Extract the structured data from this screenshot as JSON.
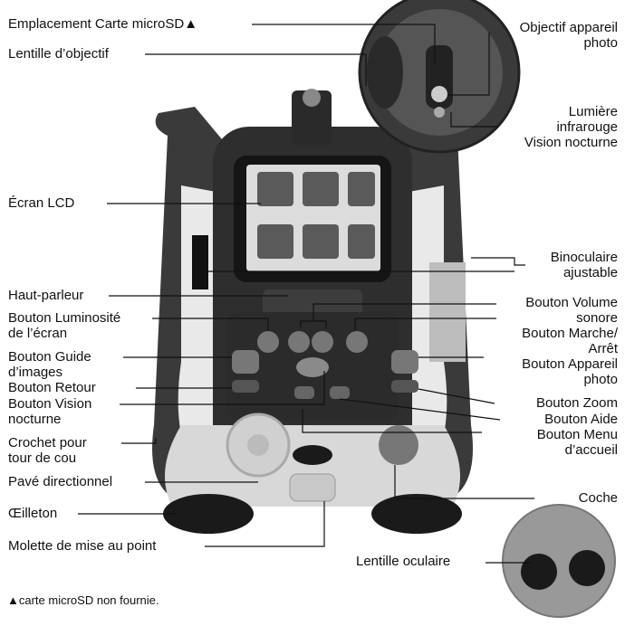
{
  "labels": {
    "microsd_slot": "Emplacement Carte microSD▲",
    "objective_lens": "Lentille d’objectif",
    "lcd_screen": "Écran LCD",
    "speaker": "Haut-parleur",
    "brightness_1": "Bouton Luminosité",
    "brightness_2": "de l’écran",
    "guide_1": "Bouton Guide",
    "guide_2": "d’images",
    "back": "Bouton Retour",
    "night_1": "Bouton Vision",
    "night_2": "nocturne",
    "hook_1": "Crochet pour",
    "hook_2": "tour de cou",
    "dpad": "Pavé directionnel",
    "eyecup": "Œilleton",
    "focus_wheel": "Molette de mise au point",
    "camera_objective_1": "Objectif appareil",
    "camera_objective_2": "photo",
    "ir_1": "Lumière",
    "ir_2": "infrarouge",
    "ir_3": "Vision nocturne",
    "binocular_1": "Binoculaire",
    "binocular_2": "ajustable",
    "volume_1": "Bouton Volume",
    "volume_2": "sonore",
    "power_1": "Bouton Marche/",
    "power_2": "Arrêt",
    "camera_btn_1": "Bouton Appareil",
    "camera_btn_2": "photo",
    "zoom": "Bouton Zoom",
    "help": "Bouton Aide",
    "home_1": "Bouton Menu",
    "home_2": "d’accueil",
    "check": "Coche",
    "eyepiece": "Lentille oculaire"
  },
  "footnote": {
    "marker": "▲",
    "text": "carte microSD non fournie."
  },
  "colors": {
    "body_dark": "#3a3a3a",
    "body_white": "#e9e9e9",
    "text": "#111111"
  }
}
